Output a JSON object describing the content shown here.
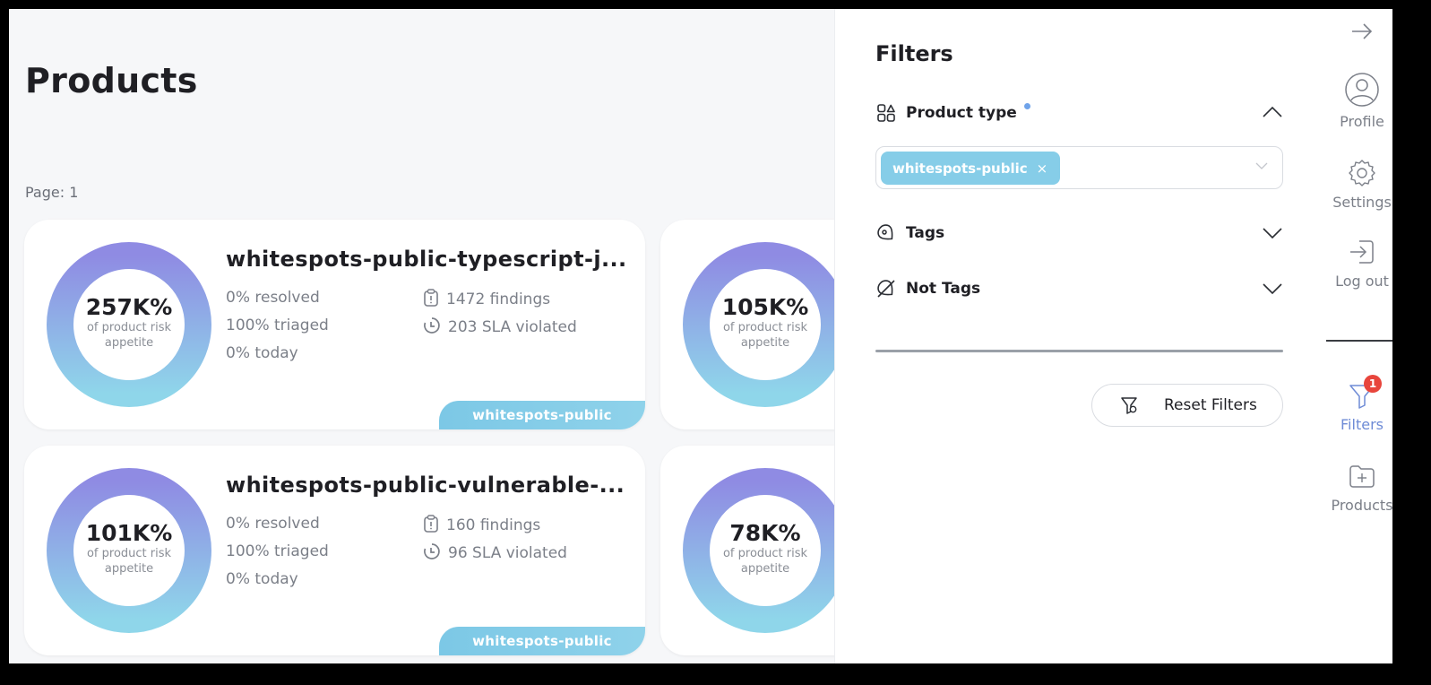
{
  "page": {
    "title": "Products",
    "page_label": "Page: 1"
  },
  "cards": [
    {
      "percent": "257K%",
      "donut_caption": "of product risk appetite",
      "title": "whitespots-public-typescript-j...",
      "resolved": "0% resolved",
      "triaged": "100% triaged",
      "today": "0% today",
      "findings": "1472 findings",
      "sla": "203 SLA violated",
      "tag": "whitespots-public"
    },
    {
      "percent": "105K%",
      "donut_caption": "of product risk appetite"
    },
    {
      "percent": "101K%",
      "donut_caption": "of product risk appetite",
      "title": "whitespots-public-vulnerable-...",
      "resolved": "0% resolved",
      "triaged": "100% triaged",
      "today": "0% today",
      "findings": "160 findings",
      "sla": "96 SLA violated",
      "tag": "whitespots-public"
    },
    {
      "percent": "78K%",
      "donut_caption": "of product risk appetite"
    }
  ],
  "filters": {
    "title": "Filters",
    "product_type": {
      "label": "Product type",
      "selected": "whitespots-public",
      "remove": "×"
    },
    "tags": {
      "label": "Tags"
    },
    "not_tags": {
      "label": "Not Tags"
    },
    "reset_label": "Reset Filters"
  },
  "rail": {
    "profile": "Profile",
    "settings": "Settings",
    "logout": "Log out",
    "filters": "Filters",
    "filters_badge": "1",
    "products": "Products"
  },
  "colors": {
    "donut_top": "#8f8be3",
    "donut_bottom": "#8fd6ea",
    "chip": "#86cde8",
    "badge": "#e8453c",
    "accent": "#6e8bd6"
  }
}
